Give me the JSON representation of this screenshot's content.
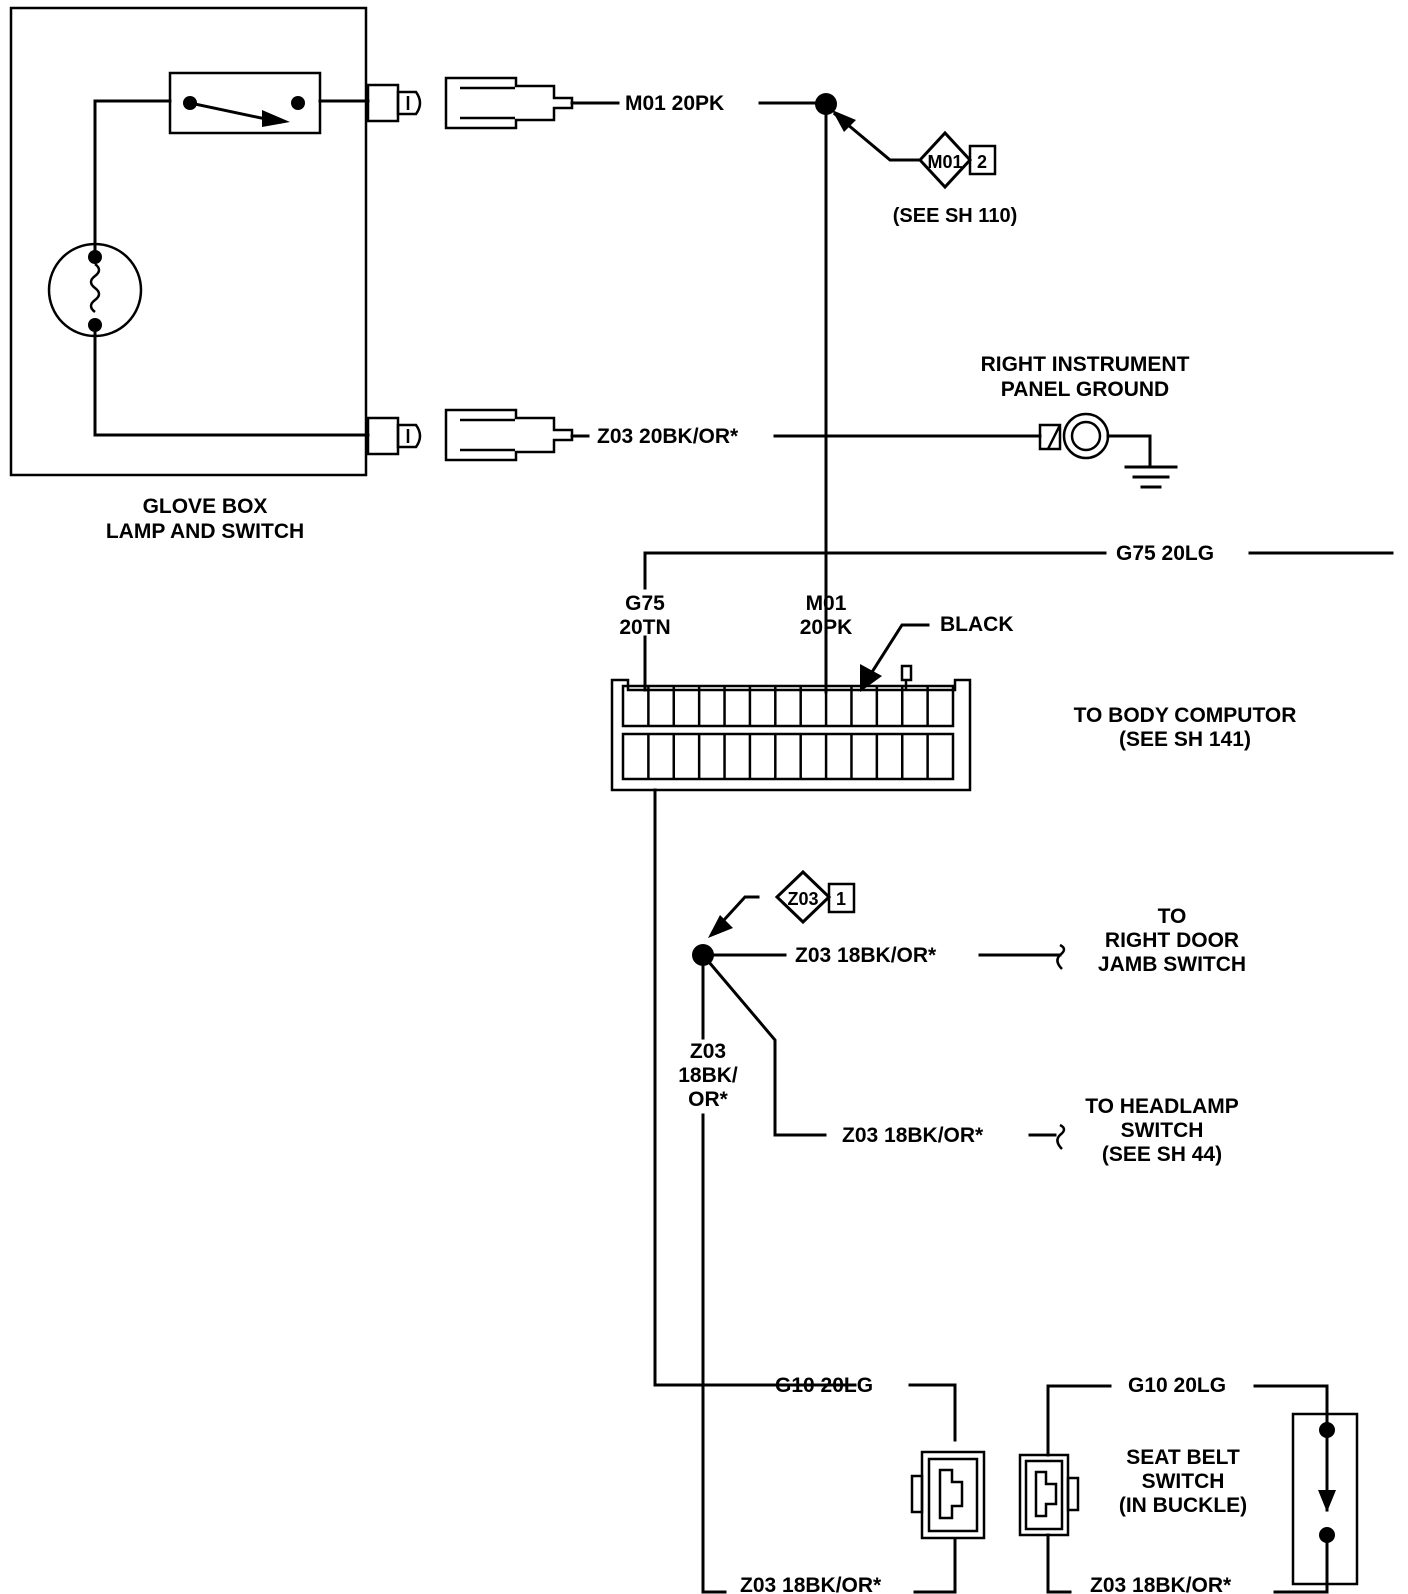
{
  "diagram": {
    "glove_box": {
      "line1": "GLOVE BOX",
      "line2": "LAMP AND SWITCH"
    },
    "wires": {
      "m01_top": "M01 20PK",
      "z03_ground": "Z03  20BK/OR*",
      "g75_top": "G75 20LG",
      "g75_pin_1": "G75",
      "g75_pin_2": "20TN",
      "m01_pin_1": "M01",
      "m01_pin_2": "20PK",
      "z03_door": "Z03  18BK/OR*",
      "z03_vert_1": "Z03",
      "z03_vert_2": "18BK/",
      "z03_vert_3": "OR*",
      "z03_headlamp": "Z03  18BK/OR*",
      "g10_left": "G10 20LG",
      "g10_right": "G10 20LG",
      "z03_bottom_left": "Z03  18BK/OR*",
      "z03_bottom_right": "Z03  18BK/OR*"
    },
    "splice_refs": {
      "m01": {
        "code": "M01",
        "num": "2",
        "note": "(SEE SH 110)"
      },
      "z03": {
        "code": "Z03",
        "num": "1"
      }
    },
    "ground": {
      "line1": "RIGHT INSTRUMENT",
      "line2": "PANEL GROUND"
    },
    "connector": {
      "color_label": "BLACK"
    },
    "body_computer": {
      "line1": "TO BODY COMPUTOR",
      "line2": "(SEE SH 141)"
    },
    "door_jamb": {
      "line1": "TO",
      "line2": "RIGHT DOOR",
      "line3": "JAMB SWITCH"
    },
    "headlamp": {
      "line1": "TO HEADLAMP",
      "line2": "SWITCH",
      "line3": "(SEE SH 44)"
    },
    "seat_belt": {
      "line1": "SEAT BELT",
      "line2": "SWITCH",
      "line3": "(IN BUCKLE)"
    }
  }
}
